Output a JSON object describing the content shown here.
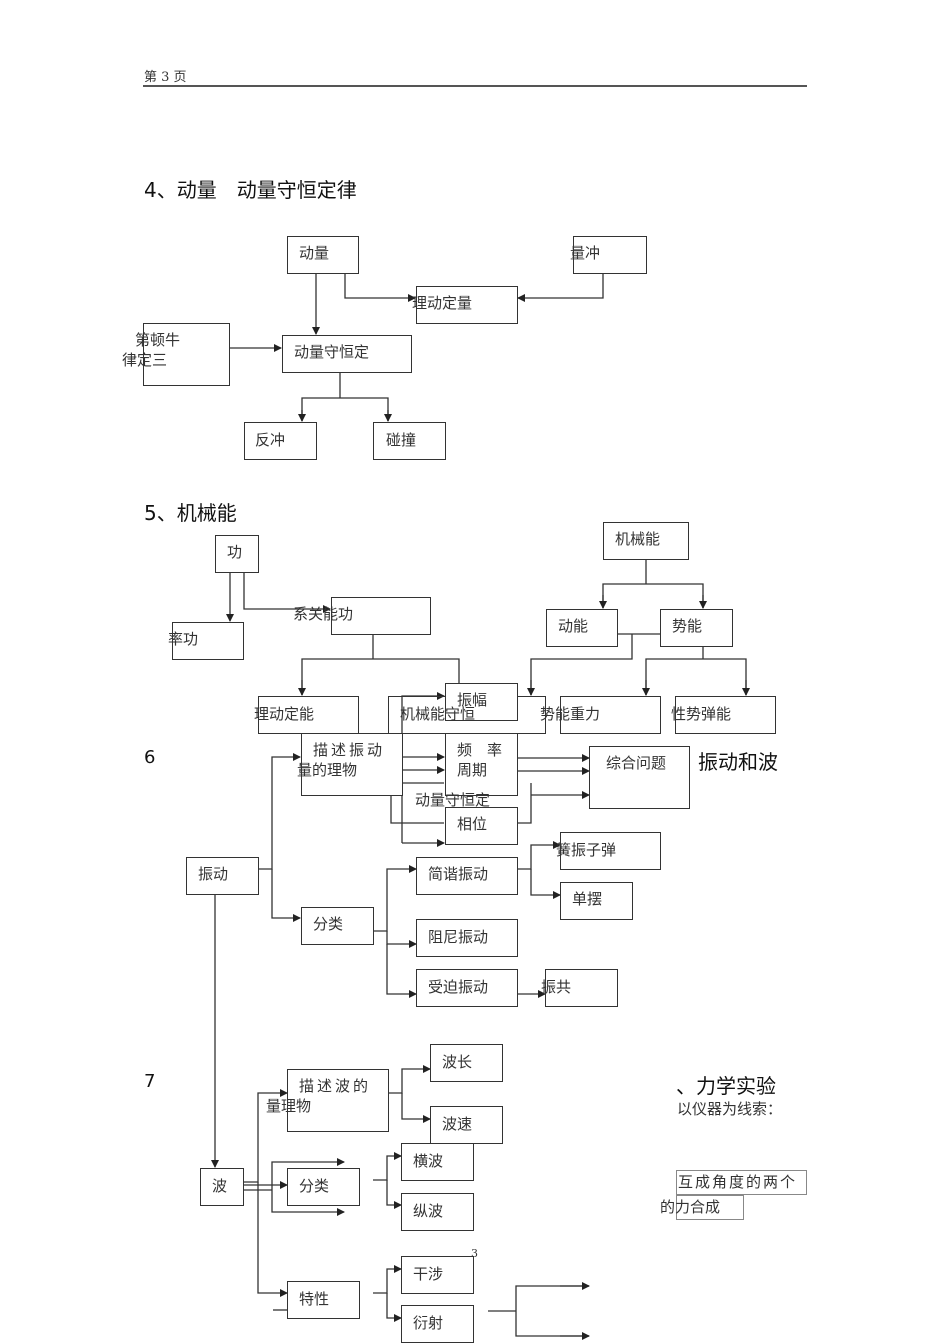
{
  "header": {
    "page_label": "第 3 页"
  },
  "sections": {
    "s4": {
      "title": "4、动量　动量守恒定律"
    },
    "s5": {
      "title": "5、机械能"
    },
    "s6": {
      "number": "6",
      "title": "振动和波"
    },
    "s7": {
      "number": "7",
      "title": "、力学实验",
      "subtitle": "以仪器为线索："
    }
  },
  "momentum": {
    "momentum": "动量",
    "impulse": "量冲",
    "theorem": "理动定量",
    "newton3_line1": "第顿牛",
    "newton3_line2": "律定三",
    "conservation": "动量守恒定",
    "recoil": "反冲",
    "collision": "碰撞"
  },
  "energy": {
    "work": "功",
    "power": "率功",
    "work_energy": "系关能功",
    "ke_theorem": "理动定能",
    "me_conservation": "机械能守恒",
    "mech_energy": "机械能",
    "kinetic": "动能",
    "potential": "势能",
    "gravity_pe": "势能重力",
    "elastic_pe": "性势弹能"
  },
  "vibration": {
    "describe_line1": "描述振动",
    "describe_line2": "量的理物",
    "amplitude": "振幅",
    "freq_line1": "频　率",
    "freq_line2": "周期",
    "overlap_conservation": "动量守恒定",
    "phase": "相位",
    "comprehensive": "综合问题",
    "vibration": "振动",
    "classify": "分类",
    "simple_harmonic": "简谐振动",
    "spring_osc": "簧振子弹",
    "pendulum": "单摆",
    "damped": "阻尼振动",
    "forced": "受迫振动",
    "resonance": "振共"
  },
  "wave": {
    "describe_line1": "描述波的",
    "describe_line2": "量理物",
    "wavelength": "波长",
    "wavespeed": "波速",
    "wave": "波",
    "classify": "分类",
    "transverse": "横波",
    "longitudinal": "纵波",
    "property": "特性",
    "interference": "干涉",
    "diffraction": "衍射"
  },
  "experiment": {
    "item_line1": "互成角度的两个",
    "item_line2": "的力合成"
  },
  "footer": {
    "page_number": "3"
  }
}
